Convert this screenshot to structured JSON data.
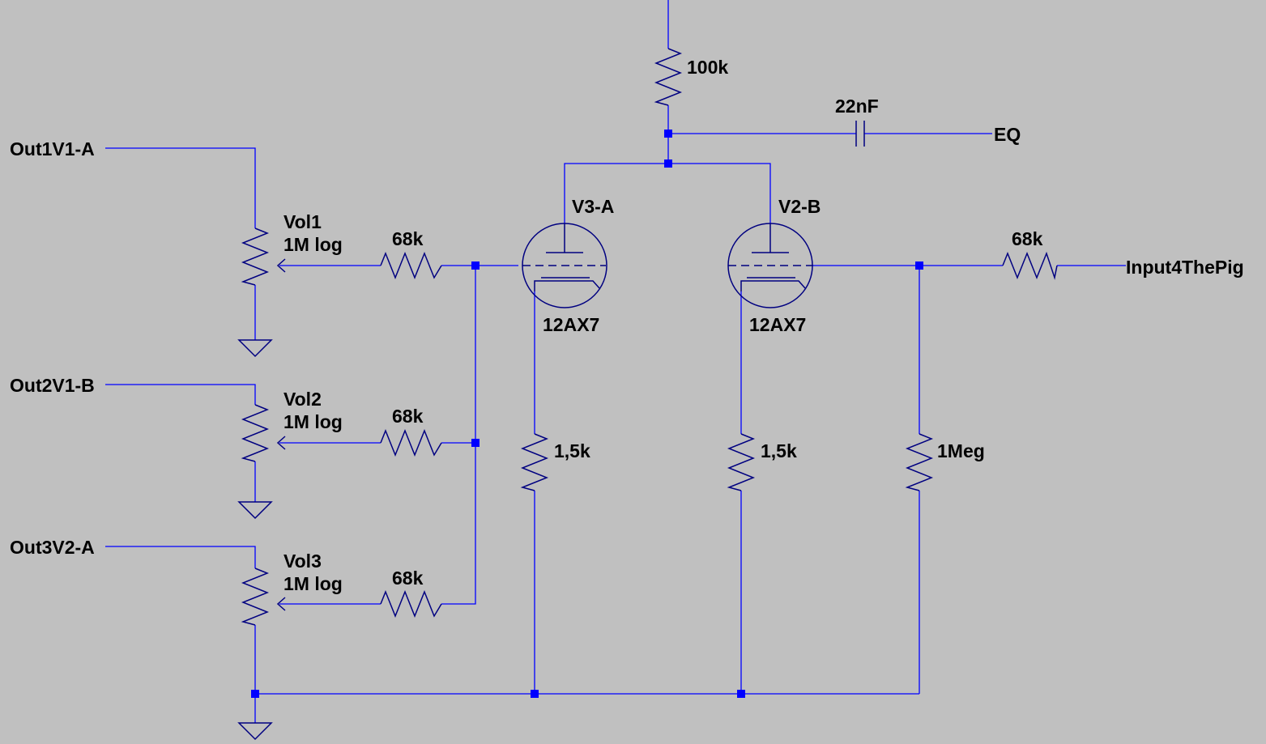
{
  "nets": {
    "out1": "Out1V1-A",
    "out2": "Out2V1-B",
    "out3": "Out3V2-A",
    "eq": "EQ",
    "input": "Input4ThePig"
  },
  "pots": [
    {
      "name": "Vol1",
      "value": "1M log"
    },
    {
      "name": "Vol2",
      "value": "1M log"
    },
    {
      "name": "Vol3",
      "value": "1M log"
    }
  ],
  "resistors": {
    "r_mix1": "68k",
    "r_mix2": "68k",
    "r_mix3": "68k",
    "r_plate": "100k",
    "r_input": "68k",
    "r_cathode1": "1,5k",
    "r_cathode2": "1,5k",
    "r_grid": "1Meg"
  },
  "capacitor": "22nF",
  "tubes": [
    {
      "name": "V3-A",
      "type": "12AX7"
    },
    {
      "name": "V2-B",
      "type": "12AX7"
    }
  ],
  "colors": {
    "background": "#c0c0c0",
    "wire": "#0000ff",
    "component": "#000080",
    "label": "#000000"
  }
}
